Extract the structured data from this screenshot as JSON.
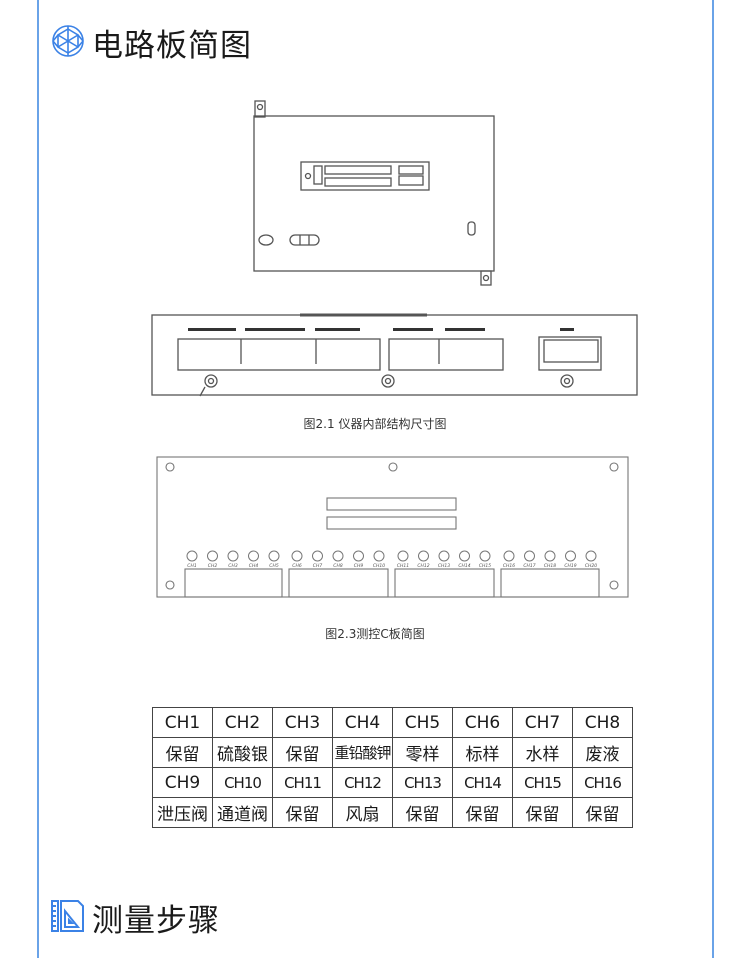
{
  "section1": {
    "title": "电路板简图",
    "icon": "geodesic-sphere-icon"
  },
  "figure1": {
    "caption": "图2.1  仪器内部结构尺寸图"
  },
  "figure2": {
    "caption": "图2.3测控C板简图",
    "channel_labels": [
      "CH1",
      "CH2",
      "CH3",
      "CH4",
      "CH5",
      "CH6",
      "CH7",
      "CH8",
      "CH9",
      "CH10",
      "CH11",
      "CH12",
      "CH13",
      "CH14",
      "CH15",
      "CH16",
      "CH17",
      "CH18",
      "CH19",
      "CH20"
    ]
  },
  "channel_table": {
    "rows": [
      [
        "CH1",
        "CH2",
        "CH3",
        "CH4",
        "CH5",
        "CH6",
        "CH7",
        "CH8"
      ],
      [
        "保留",
        "硫酸银",
        "保留",
        "重铅酸钾",
        "零样",
        "标样",
        "水样",
        "废液"
      ],
      [
        "CH9",
        "CH10",
        "CH11",
        "CH12",
        "CH13",
        "CH14",
        "CH15",
        "CH16"
      ],
      [
        "泄压阀",
        "通道阀",
        "保留",
        "风扇",
        "保留",
        "保留",
        "保留",
        "保留"
      ]
    ]
  },
  "section2": {
    "title": "测量步骤",
    "icon": "ruler-triangle-icon"
  },
  "colors": {
    "accent": "#3b82e6",
    "border": "#6aa3e8"
  }
}
